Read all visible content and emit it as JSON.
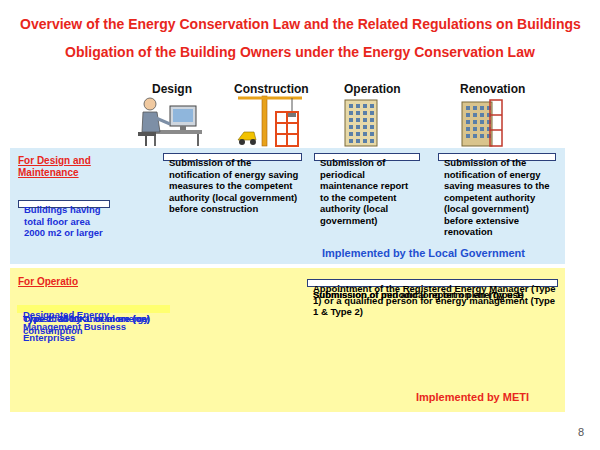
{
  "diagram": {
    "title": "Overview of the Energy Conservation Law and the Related Regulations on Buildings",
    "nodes": [
      {
        "text": [
          "For Design and Maintenance",
          "Implemented by the Local Government"
        ]
      },
      {
        "text": [
          "Buildings having total floor area 2000 m2 or larger"
        ],
        "in": 0
      },
      {
        "text": [
          "Submission of the notification of  energy saving measures to the competent authority (local government) before construction"
        ],
        "in": 0
      },
      {
        "text": [
          "Submission of periodical maintenance report to the competent authority (local government)"
        ],
        "in": 0
      },
      {
        "text": [
          "Submission of the notification of  energy saving measures to the competent authority (local government) before extensive renovation"
        ],
        "in": 0
      },
      {
        "text": [
          "For Operatio",
          "Implemented by METI"
        ]
      },
      {
        "text": [
          "Designated Energy Management  Business Enterprises",
          "Classified by annual energy consumption",
          "Type 1: 3000KL or more (oe)",
          "Type 2: 1500KL or more (oe)"
        ],
        "in": 5
      },
      {
        "text": [
          "Appointment of the Registered Energy Manager (Type 1) or a qualified person for energy management (Type 1 & Type 2)",
          "Submission of periodical report on energy use",
          "Submission of mid and long term plan (Type 1)"
        ],
        "in": 5
      }
    ],
    "labels": [
      "Obligation of the Building Owners under the Energy Conservation Law",
      "Design",
      "Construction",
      "Operation",
      "Renovation",
      "8"
    ]
  }
}
